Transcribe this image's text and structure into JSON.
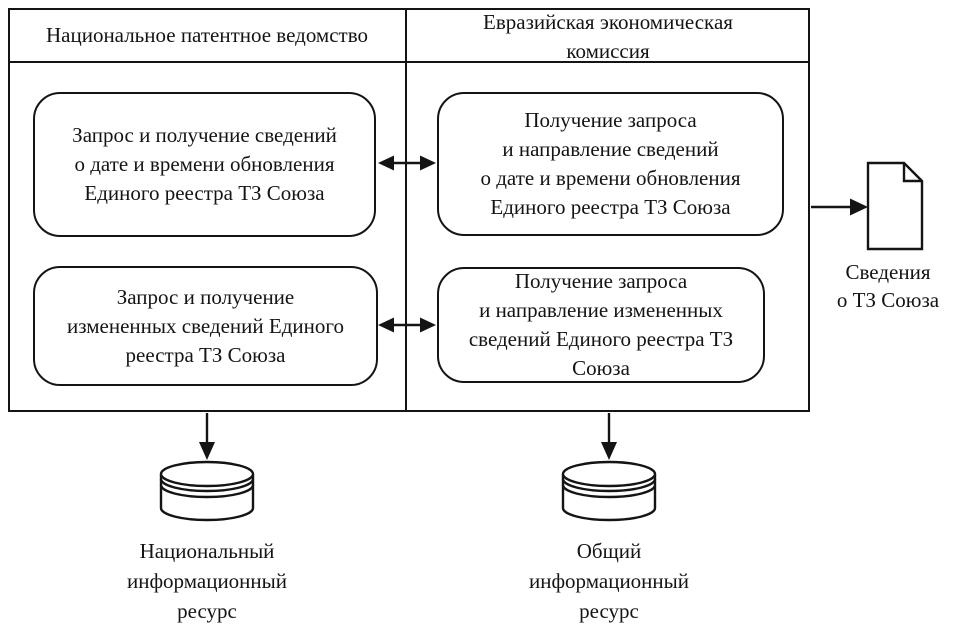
{
  "header": {
    "left_column_title": "Национальное патентное ведомство",
    "right_column_title": "Евразийская экономическая\nкомиссия"
  },
  "boxes": {
    "left_top": "Запрос и получение сведений\nо дате и времени обновления\nЕдиного реестра ТЗ Союза",
    "right_top": "Получение запроса\nи направление сведений\nо дате и времени обновления\nЕдиного реестра ТЗ Союза",
    "left_bottom": "Запрос и получение\nизмененных сведений Единого\nреестра ТЗ Союза",
    "right_bottom": "Получение запроса\nи направление измененных\nсведений Единого реестра ТЗ\nСоюза"
  },
  "document": {
    "label": "Сведения\nо ТЗ Союза"
  },
  "databases": {
    "national_label": "Национальный\nинформационный\nресурс",
    "common_label": "Общий\nинформационный\nресурс"
  },
  "icons": {
    "document": "document-icon",
    "national_database": "database-cylinder-icon",
    "common_database": "database-cylinder-icon",
    "exchange_arrows": "double-headed-arrow-icon",
    "output_arrow": "right-arrow-icon",
    "store_arrows": "down-arrow-icon"
  },
  "colors": {
    "line": "#141414",
    "background": "#ffffff"
  }
}
